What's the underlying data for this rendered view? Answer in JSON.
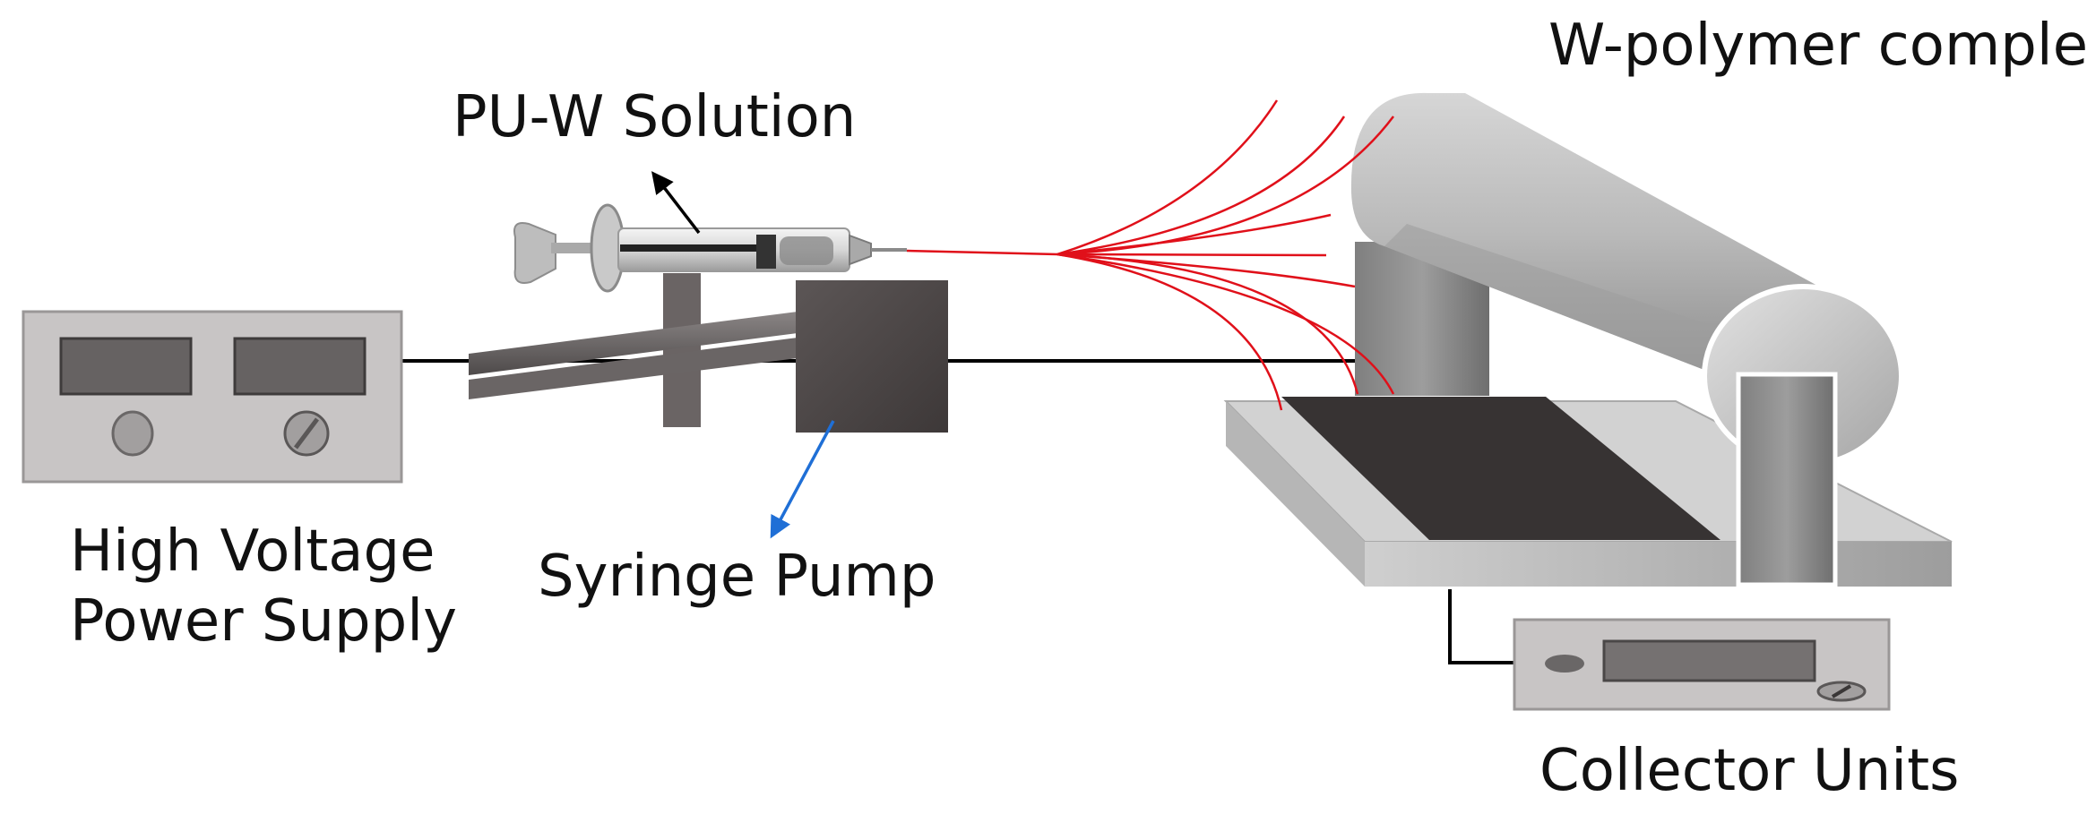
{
  "labels": {
    "w_polymer_complex": "W-polymer complex",
    "pu_w_solution": "PU-W Solution",
    "high_voltage_line1": "High Voltage",
    "high_voltage_line2": "Power Supply",
    "syringe_pump": "Syringe Pump",
    "collector_units": "Collector Units"
  },
  "colors": {
    "fiber": "#e0101a",
    "pump_arrow": "#1f6fd6",
    "wire": "#000000"
  }
}
